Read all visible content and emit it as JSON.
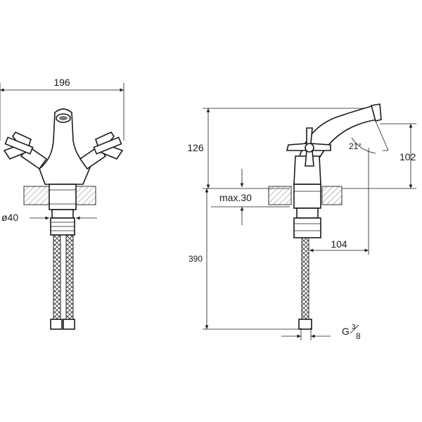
{
  "front_view": {
    "width_label": "196",
    "hole_diameter_label": "ø40"
  },
  "side_view": {
    "height_label": "126",
    "deck_thickness_label": "max.30",
    "hose_length_label": "390",
    "reach_label": "104",
    "spout_height_label": "102",
    "angle_label": "21°",
    "thread_prefix": "G",
    "thread_num": "3",
    "thread_den": "8"
  },
  "colors": {
    "line": "#1a1a1a",
    "hatch": "#555555"
  }
}
